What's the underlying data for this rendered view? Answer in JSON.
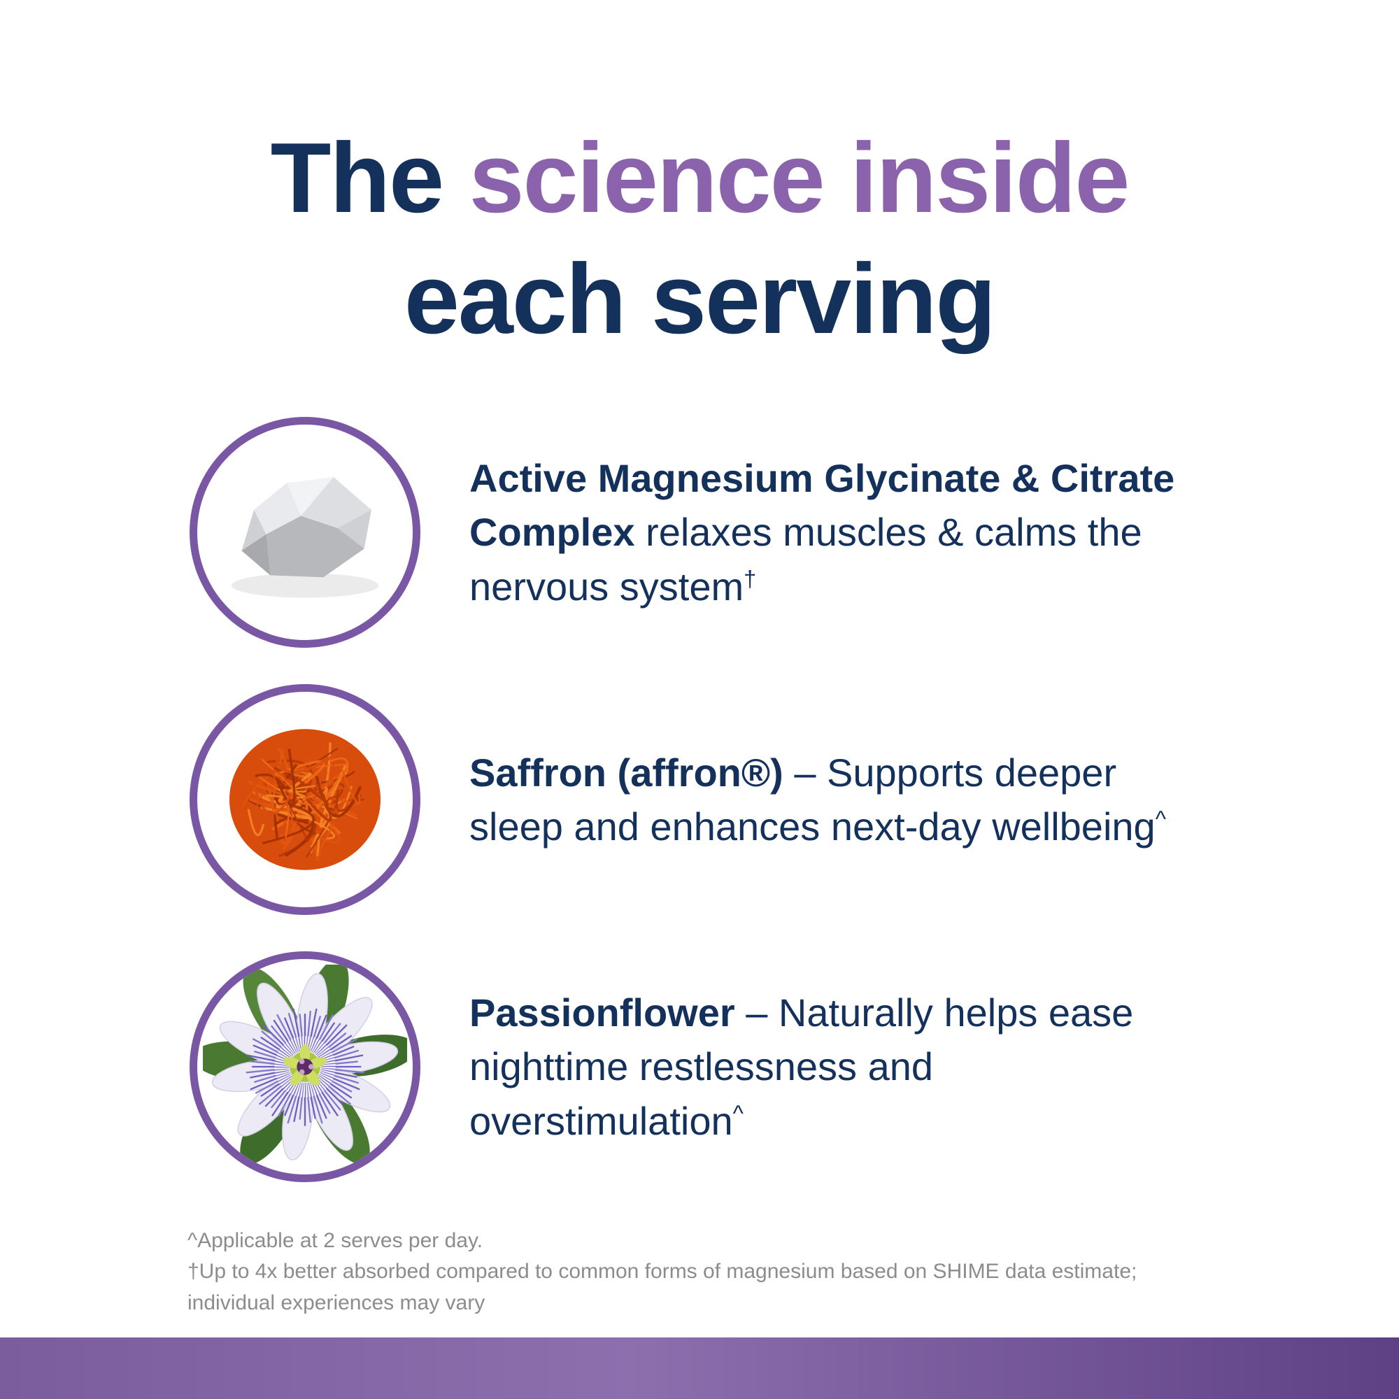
{
  "title": {
    "lead": "The ",
    "highlight": "science inside",
    "line2": "each serving"
  },
  "items": [
    {
      "icon": "magnesium-rock",
      "bold": "Active Magnesium Glycinate & Citrate Complex",
      "text": " relaxes muscles & calms the nervous system",
      "sup": "†"
    },
    {
      "icon": "saffron-threads",
      "bold": "Saffron (affron®)",
      "text": " – Supports deeper sleep and enhances next-day wellbeing",
      "sup": "^"
    },
    {
      "icon": "passionflower",
      "bold": "Passionflower",
      "text": " – Naturally helps ease nighttime restlessness and overstimulation",
      "sup": "^"
    }
  ],
  "footnotes": [
    "^Applicable at 2 serves per day.",
    "†Up to 4x better absorbed compared to common forms of magnesium based on SHIME data estimate; individual experiences may vary"
  ],
  "colors": {
    "navy": "#14315c",
    "purple": "#8a63ac",
    "circle_border": "#7a57a5",
    "footnote_gray": "#8c8c8c",
    "bar_start": "#7b5c9d",
    "bar_mid": "#8d6fae",
    "bar_end": "#5e4185"
  }
}
